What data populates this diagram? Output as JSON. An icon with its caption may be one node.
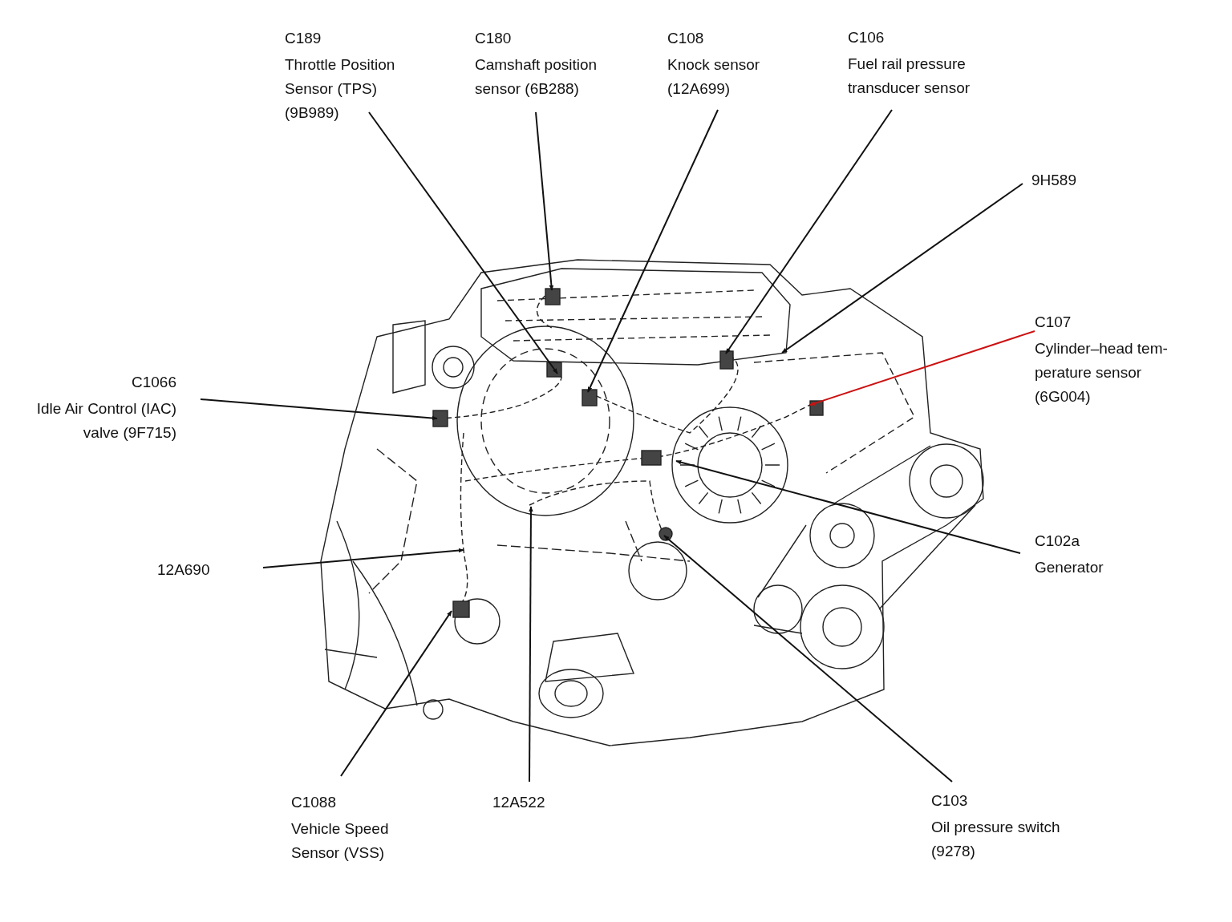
{
  "diagram": {
    "nodes": [
      {
        "text": [
          "C189",
          "Throttle Position Sensor (TPS) (9B989)"
        ]
      },
      {
        "text": [
          "C180",
          "Camshaft position sensor (6B288)"
        ]
      },
      {
        "text": [
          "C108",
          "Knock sensor (12A699)"
        ]
      },
      {
        "text": [
          "C106",
          "Fuel rail pressure transducer sensor"
        ]
      },
      {
        "text": [
          "9H589"
        ]
      },
      {
        "text": [
          "C107",
          "Cylinder–head tem- perature sensor (6G004)"
        ]
      },
      {
        "text": [
          "C1066",
          "Idle Air Control (IAC) valve (9F715)"
        ]
      },
      {
        "text": [
          "C102a",
          "Generator"
        ]
      },
      {
        "text": [
          "12A690"
        ]
      },
      {
        "text": [
          "C1088",
          "Vehicle Speed Sensor (VSS)"
        ]
      },
      {
        "text": [
          "12A522"
        ]
      },
      {
        "text": [
          "C103",
          "Oil pressure switch (9278)"
        ]
      }
    ],
    "edges": [
      {
        "from": 0,
        "to": null,
        "arrow": "to"
      },
      {
        "from": 1,
        "to": null,
        "arrow": "to"
      },
      {
        "from": 2,
        "to": null,
        "arrow": "to"
      },
      {
        "from": 3,
        "to": null,
        "arrow": "to"
      },
      {
        "from": 4,
        "to": null,
        "arrow": "to"
      },
      {
        "from": 5,
        "to": null,
        "arrow": "to",
        "color": "#cc1111"
      },
      {
        "from": 6,
        "to": null,
        "arrow": "to"
      },
      {
        "from": 7,
        "to": null,
        "arrow": "to"
      },
      {
        "from": 8,
        "to": null,
        "arrow": "to"
      },
      {
        "from": 9,
        "to": null,
        "arrow": "to"
      },
      {
        "from": 10,
        "to": null,
        "arrow": "to"
      },
      {
        "from": 11,
        "to": null,
        "arrow": "to"
      }
    ]
  }
}
